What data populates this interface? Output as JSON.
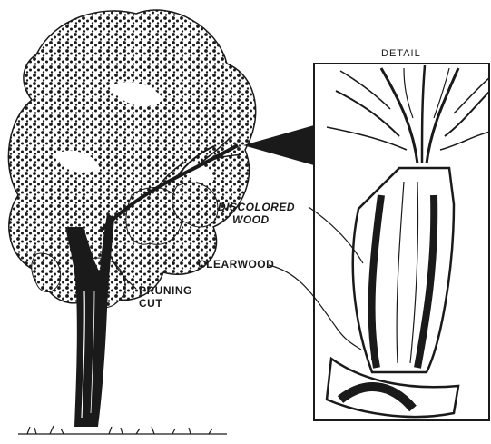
{
  "labels": {
    "detail": "DETAIL",
    "discolored_wood_line1": "DISCOLORED",
    "discolored_wood_line2": "WOOD",
    "clearwood": "CLEARWOOD",
    "pruning_cut_line1": "PRUNING",
    "pruning_cut_line2": "CUT"
  },
  "colors": {
    "ink": "#1a1a1a",
    "background": "#ffffff"
  }
}
